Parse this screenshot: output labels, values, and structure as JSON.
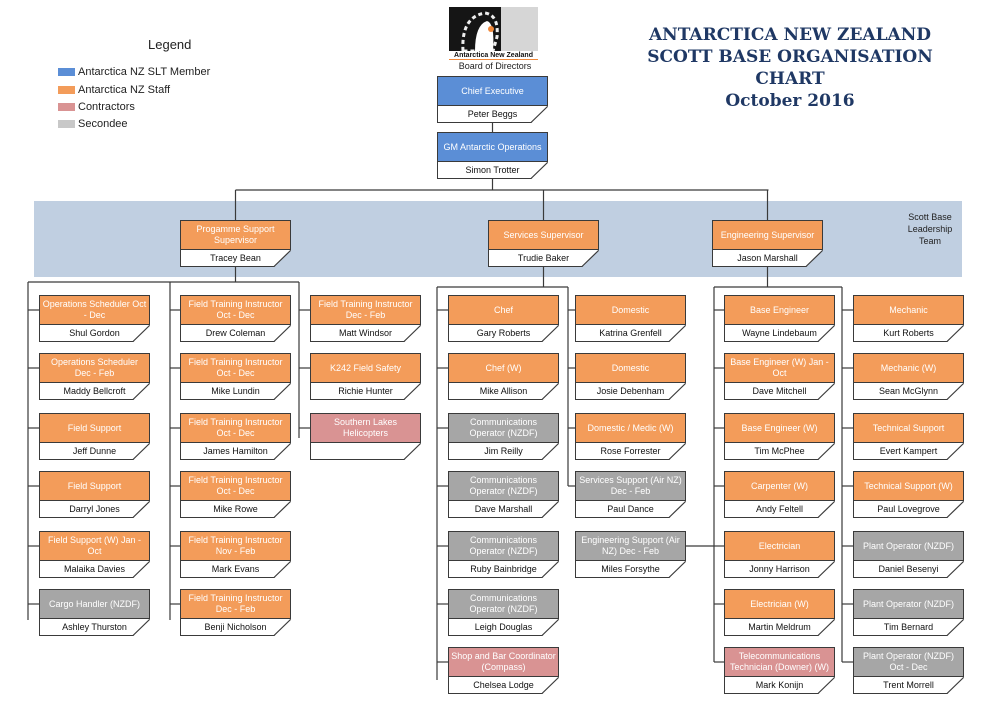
{
  "title": {
    "line1": "ANTARCTICA NEW ZEALAND",
    "line2": "SCOTT BASE ORGANISATION CHART",
    "line3": "October 2016"
  },
  "logo": {
    "text": "Antarctica New Zealand"
  },
  "board": "Board of Directors",
  "legend": {
    "title": "Legend",
    "items": [
      {
        "label": "Antarctica NZ SLT Member",
        "color": "#5b8ed6"
      },
      {
        "label": "Antarctica NZ Staff",
        "color": "#f39c5a"
      },
      {
        "label": "Contractors",
        "color": "#d99393"
      },
      {
        "label": "Secondee",
        "color": "#c8c8c8"
      }
    ]
  },
  "leadership_band": {
    "label": "Scott Base Leadership Team"
  },
  "colors": {
    "slt": "#5b8ed6",
    "staff": "#f39c5a",
    "contractor": "#d99393",
    "secondee": "#a6a6a6",
    "band": "#c0cfe1",
    "title": "#1f3864"
  },
  "executive": [
    {
      "role": "Chief Executive",
      "name": "Peter Beggs",
      "type": "blue"
    },
    {
      "role": "GM Antarctic Operations",
      "name": "Simon Trotter",
      "type": "blue"
    }
  ],
  "supervisors": [
    {
      "role": "Progamme Support Supervisor",
      "name": "Tracey Bean",
      "type": "orange"
    },
    {
      "role": "Services Supervisor",
      "name": "Trudie Baker",
      "type": "orange"
    },
    {
      "role": "Engineering Supervisor",
      "name": "Jason Marshall",
      "type": "orange"
    }
  ],
  "columns": [
    {
      "nodes": [
        {
          "role": "Operations Scheduler Oct - Dec",
          "name": "Shul Gordon",
          "type": "orange"
        },
        {
          "role": "Operations Scheduler Dec - Feb",
          "name": "Maddy Bellcroft",
          "type": "orange"
        },
        {
          "role": "Field Support",
          "name": "Jeff Dunne",
          "type": "orange"
        },
        {
          "role": "Field Support",
          "name": "Darryl Jones",
          "type": "orange"
        },
        {
          "role": "Field Support (W) Jan - Oct",
          "name": "Malaika Davies",
          "type": "orange"
        },
        {
          "role": "Cargo Handler (NZDF)",
          "name": "Ashley Thurston",
          "type": "grey"
        }
      ]
    },
    {
      "nodes": [
        {
          "role": "Field Training Instructor Oct - Dec",
          "name": "Drew Coleman",
          "type": "orange"
        },
        {
          "role": "Field Training Instructor Oct - Dec",
          "name": "Mike Lundin",
          "type": "orange"
        },
        {
          "role": "Field Training Instructor Oct - Dec",
          "name": "James Hamilton",
          "type": "orange"
        },
        {
          "role": "Field Training Instructor Oct - Dec",
          "name": "Mike Rowe",
          "type": "orange"
        },
        {
          "role": "Field Training Instructor Nov - Feb",
          "name": "Mark Evans",
          "type": "orange"
        },
        {
          "role": "Field Training Instructor Dec - Feb",
          "name": "Benji Nicholson",
          "type": "orange"
        }
      ]
    },
    {
      "nodes": [
        {
          "role": "Field Training Instructor Dec - Feb",
          "name": "Matt Windsor",
          "type": "orange"
        },
        {
          "role": "K242 Field Safety",
          "name": "Richie Hunter",
          "type": "orange"
        },
        {
          "role": "Southern Lakes Helicopters",
          "name": "",
          "type": "pink"
        }
      ]
    },
    {
      "nodes": [
        {
          "role": "Chef",
          "name": "Gary Roberts",
          "type": "orange"
        },
        {
          "role": "Chef (W)",
          "name": "Mike Allison",
          "type": "orange"
        },
        {
          "role": "Communications Operator (NZDF)",
          "name": "Jim Reilly",
          "type": "grey"
        },
        {
          "role": "Communications Operator (NZDF)",
          "name": "Dave Marshall",
          "type": "grey"
        },
        {
          "role": "Communications Operator (NZDF)",
          "name": "Ruby Bainbridge",
          "type": "grey"
        },
        {
          "role": "Communications Operator (NZDF)",
          "name": "Leigh Douglas",
          "type": "grey"
        },
        {
          "role": "Shop and Bar Coordinator (Compass)",
          "name": "Chelsea Lodge",
          "type": "pink"
        }
      ]
    },
    {
      "nodes": [
        {
          "role": "Domestic",
          "name": "Katrina Grenfell",
          "type": "orange"
        },
        {
          "role": "Domestic",
          "name": "Josie Debenham",
          "type": "orange"
        },
        {
          "role": "Domestic / Medic (W)",
          "name": "Rose Forrester",
          "type": "orange"
        },
        {
          "role": "Services Support (Air NZ) Dec - Feb",
          "name": "Paul Dance",
          "type": "grey"
        },
        {
          "role": "Engineering Support (Air NZ) Dec - Feb",
          "name": "Miles Forsythe",
          "type": "grey"
        }
      ]
    },
    {
      "nodes": [
        {
          "role": "Base Engineer",
          "name": "Wayne Lindebaum",
          "type": "orange"
        },
        {
          "role": "Base Engineer (W) Jan - Oct",
          "name": "Dave Mitchell",
          "type": "orange"
        },
        {
          "role": "Base Engineer (W)",
          "name": "Tim McPhee",
          "type": "orange"
        },
        {
          "role": "Carpenter (W)",
          "name": "Andy Feltell",
          "type": "orange"
        },
        {
          "role": "Electrician",
          "name": "Jonny Harrison",
          "type": "orange"
        },
        {
          "role": "Electrician (W)",
          "name": "Martin Meldrum",
          "type": "orange"
        },
        {
          "role": "Telecommunications Technician (Downer) (W)",
          "name": "Mark Konijn",
          "type": "pink"
        }
      ]
    },
    {
      "nodes": [
        {
          "role": "Mechanic",
          "name": "Kurt Roberts",
          "type": "orange"
        },
        {
          "role": "Mechanic (W)",
          "name": "Sean McGlynn",
          "type": "orange"
        },
        {
          "role": "Technical Support",
          "name": "Evert Kampert",
          "type": "orange"
        },
        {
          "role": "Technical Support (W)",
          "name": "Paul Lovegrove",
          "type": "orange"
        },
        {
          "role": "Plant Operator (NZDF)",
          "name": "Daniel Besenyi",
          "type": "grey"
        },
        {
          "role": "Plant Operator (NZDF)",
          "name": "Tim Bernard",
          "type": "grey"
        },
        {
          "role": "Plant Operator (NZDF) Oct - Dec",
          "name": "Trent Morrell",
          "type": "grey"
        }
      ]
    }
  ]
}
